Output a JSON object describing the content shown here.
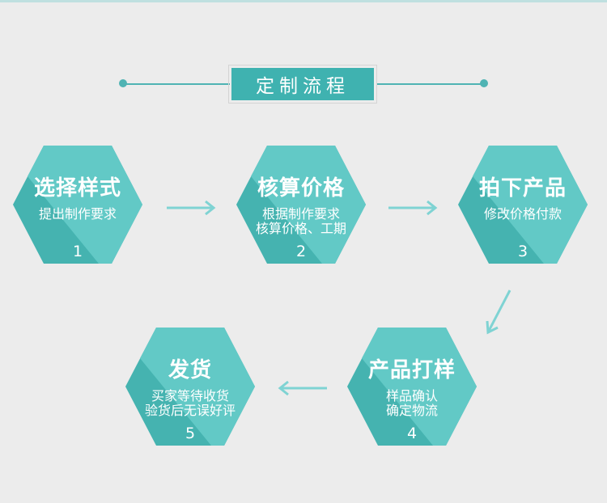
{
  "title": "定制流程",
  "colors": {
    "background": "#ececec",
    "accent": "#3fb2b0",
    "hex_light": "#62c9c6",
    "hex_dark": "#45b3b0",
    "arrow": "#7fd3d3"
  },
  "steps": [
    {
      "title": "选择样式",
      "lines": [
        "提出制作要求",
        ""
      ],
      "number": "1"
    },
    {
      "title": "核算价格",
      "lines": [
        "根据制作要求",
        "核算价格、工期"
      ],
      "number": "2"
    },
    {
      "title": "拍下产品",
      "lines": [
        "修改价格付款",
        ""
      ],
      "number": "3"
    },
    {
      "title": "产品打样",
      "lines": [
        "样品确认",
        "确定物流"
      ],
      "number": "4"
    },
    {
      "title": "发货",
      "lines": [
        "买家等待收货",
        "验货后无误好评"
      ],
      "number": "5"
    }
  ]
}
